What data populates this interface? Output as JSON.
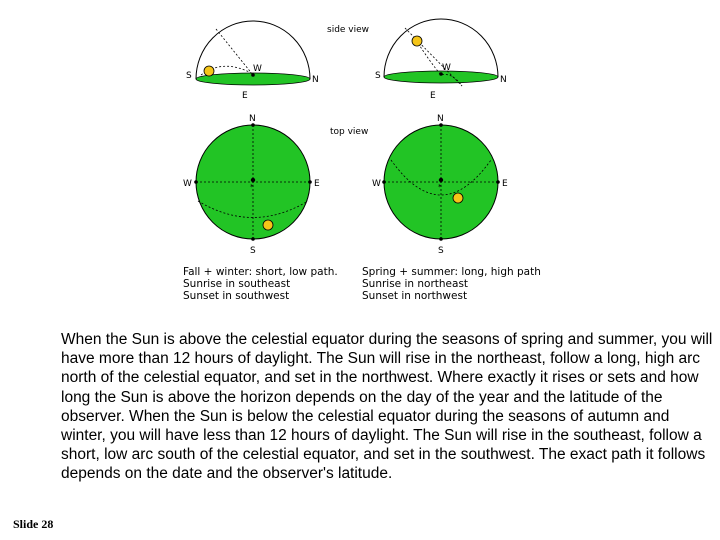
{
  "diagram": {
    "side_view_label": "side view",
    "top_view_label": "top view",
    "directions": {
      "north": "N",
      "south": "S",
      "east": "E",
      "west": "W"
    },
    "colors": {
      "ground": "#22c425",
      "sun": "#f5c518",
      "outline": "#000000"
    }
  },
  "captions": {
    "left": [
      "Fall + winter: short, low path.",
      "Sunrise in southeast",
      "Sunset in southwest"
    ],
    "right": [
      "Spring + summer: long, high path",
      "Sunrise in northeast",
      "Sunset in northwest"
    ]
  },
  "body_text": "When the Sun is above the celestial equator during the seasons of spring and summer, you will have more than 12 hours of daylight. The Sun will rise in the northeast, follow a long, high arc north of the celestial equator, and set in the northwest. Where exactly it rises or sets and how long the Sun is above the horizon depends on the day of the year and the latitude of the observer. When the Sun is below the celestial equator during the seasons of autumn and winter, you will have less than 12 hours of daylight. The Sun will rise in the southeast, follow a short, low arc south of the celestial equator, and set in the southwest. The exact path it follows depends on the date and the observer's latitude.",
  "footer": {
    "slide_number": "Slide 28"
  }
}
